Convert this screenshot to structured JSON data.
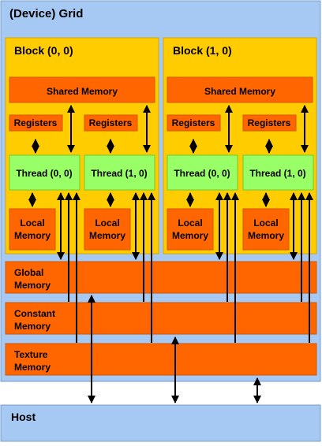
{
  "grid": {
    "title": "(Device) Grid"
  },
  "blocks": [
    {
      "title": "Block (0, 0)",
      "shared_memory": "Shared Memory",
      "registers": [
        "Registers",
        "Registers"
      ],
      "threads": [
        "Thread (0, 0)",
        "Thread (1, 0)"
      ],
      "local_memory": [
        [
          "Local",
          "Memory"
        ],
        [
          "Local",
          "Memory"
        ]
      ]
    },
    {
      "title": "Block (1, 0)",
      "shared_memory": "Shared Memory",
      "registers": [
        "Registers",
        "Registers"
      ],
      "threads": [
        "Thread (0, 0)",
        "Thread (1, 0)"
      ],
      "local_memory": [
        [
          "Local",
          "Memory"
        ],
        [
          "Local",
          "Memory"
        ]
      ]
    }
  ],
  "memories": {
    "global": [
      "Global",
      "Memory"
    ],
    "constant": [
      "Constant",
      "Memory"
    ],
    "texture": [
      "Texture",
      "Memory"
    ]
  },
  "host": {
    "title": "Host"
  },
  "colors": {
    "grid_fill": "#a6c9f3",
    "block_fill": "#ffcc00",
    "memory_fill": "#ff6600",
    "thread_fill": "#99ff66",
    "host_fill": "#a6c9f3"
  }
}
